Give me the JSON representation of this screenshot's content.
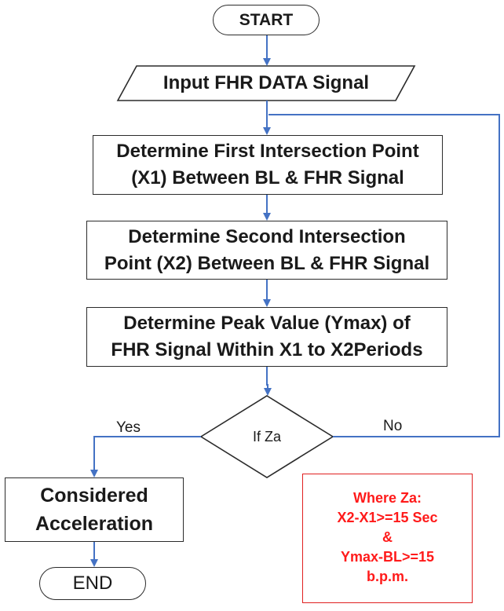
{
  "colors": {
    "connector": "#4472c4",
    "outline": "#2b2b2b",
    "note_border": "#e02020",
    "note_text": "#ff1a1a"
  },
  "flowchart": {
    "start": "START",
    "input": "Input FHR DATA Signal",
    "step1": "Determine First Intersection Point\n(X1) Between BL & FHR Signal",
    "step2": "Determine Second Intersection\nPoint (X2) Between BL & FHR Signal",
    "step3": "Determine Peak Value (Ymax) of\nFHR Signal Within X1 to X2Periods",
    "decision": "If Za",
    "yes_label": "Yes",
    "no_label": "No",
    "result": "Considered\nAcceleration",
    "end": "END"
  },
  "note": {
    "line1": "Where Za:",
    "line2": "X2-X1>=15 Sec",
    "line3": "&",
    "line4": "Ymax-BL>=15",
    "line5": "b.p.m."
  }
}
